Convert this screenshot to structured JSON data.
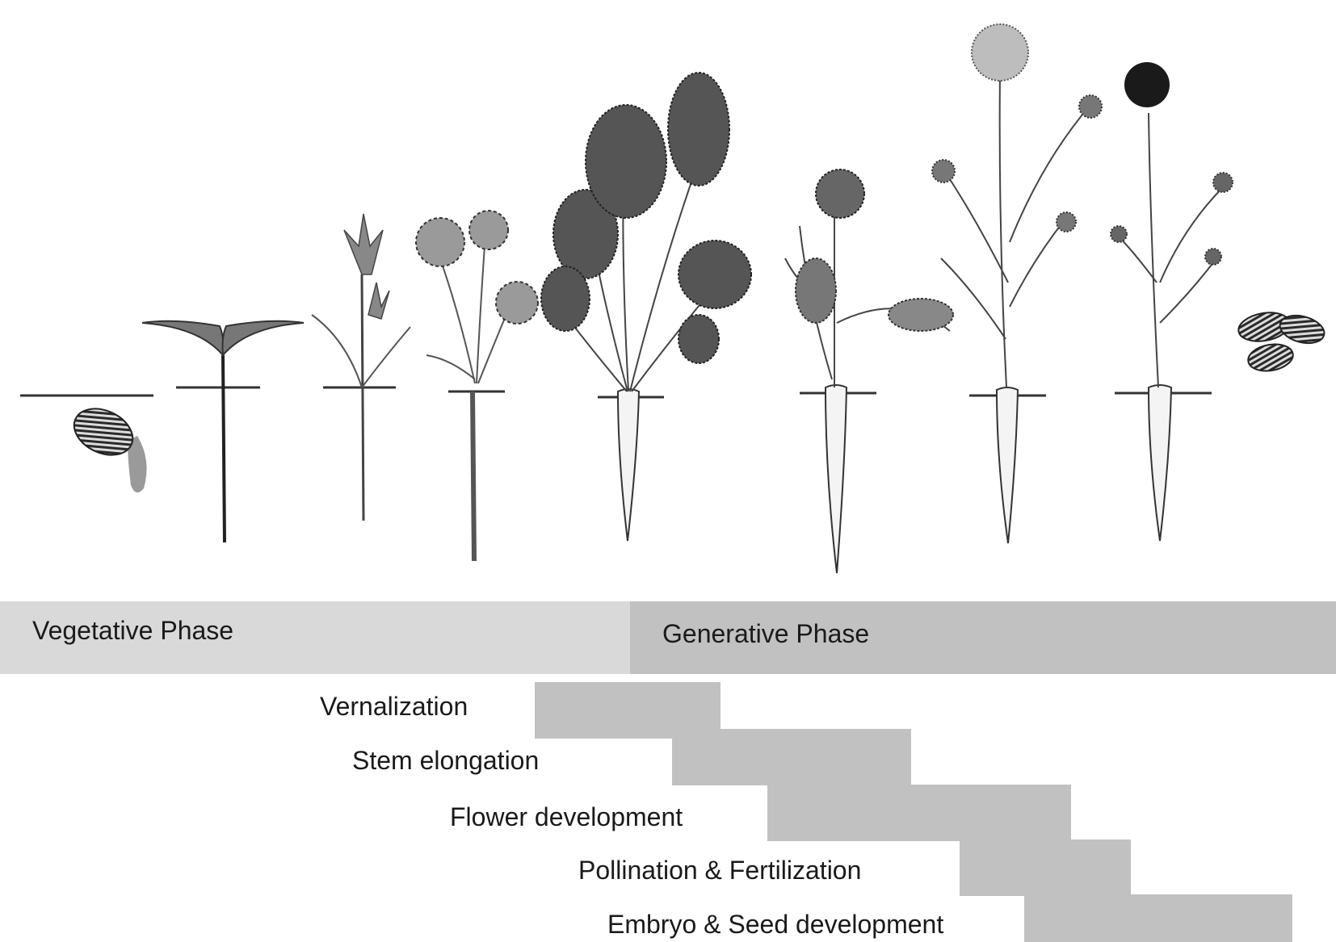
{
  "colors": {
    "vegetative": "#d9d9d9",
    "generative": "#c1c1c1",
    "step": "#c1c1c1",
    "ink": "#1a1a1a",
    "root": "#f4f4f4",
    "seed": "#3a3a3a"
  },
  "illustration": {
    "stages": [
      "seed-germination",
      "cotyledon-seedling",
      "first-true-leaf",
      "young-plant",
      "mature-vegetative-carrot",
      "bolting-plant",
      "flowering-plant",
      "seed-bearing-plant",
      "seeds"
    ]
  },
  "phases": {
    "vegetative": "Vegetative Phase",
    "generative": "Generative Phase"
  },
  "steps": [
    {
      "label": "Vernalization"
    },
    {
      "label": "Stem elongation"
    },
    {
      "label": "Flower development"
    },
    {
      "label": "Pollination & Fertilization"
    },
    {
      "label": "Embryo & Seed development"
    }
  ]
}
